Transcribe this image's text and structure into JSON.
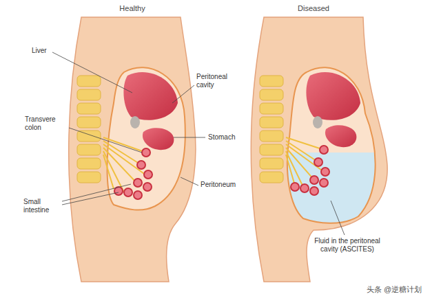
{
  "diagram": {
    "labels": [
      "Healthy",
      "Diseased",
      "Liver",
      "Peritoneal cavity",
      "Transvere colon",
      "Stomach",
      "Peritoneum",
      "Small intestine",
      "Fluid in the peritoneal cavity (ASCITES)",
      "头条 @逆糖计划"
    ]
  }
}
